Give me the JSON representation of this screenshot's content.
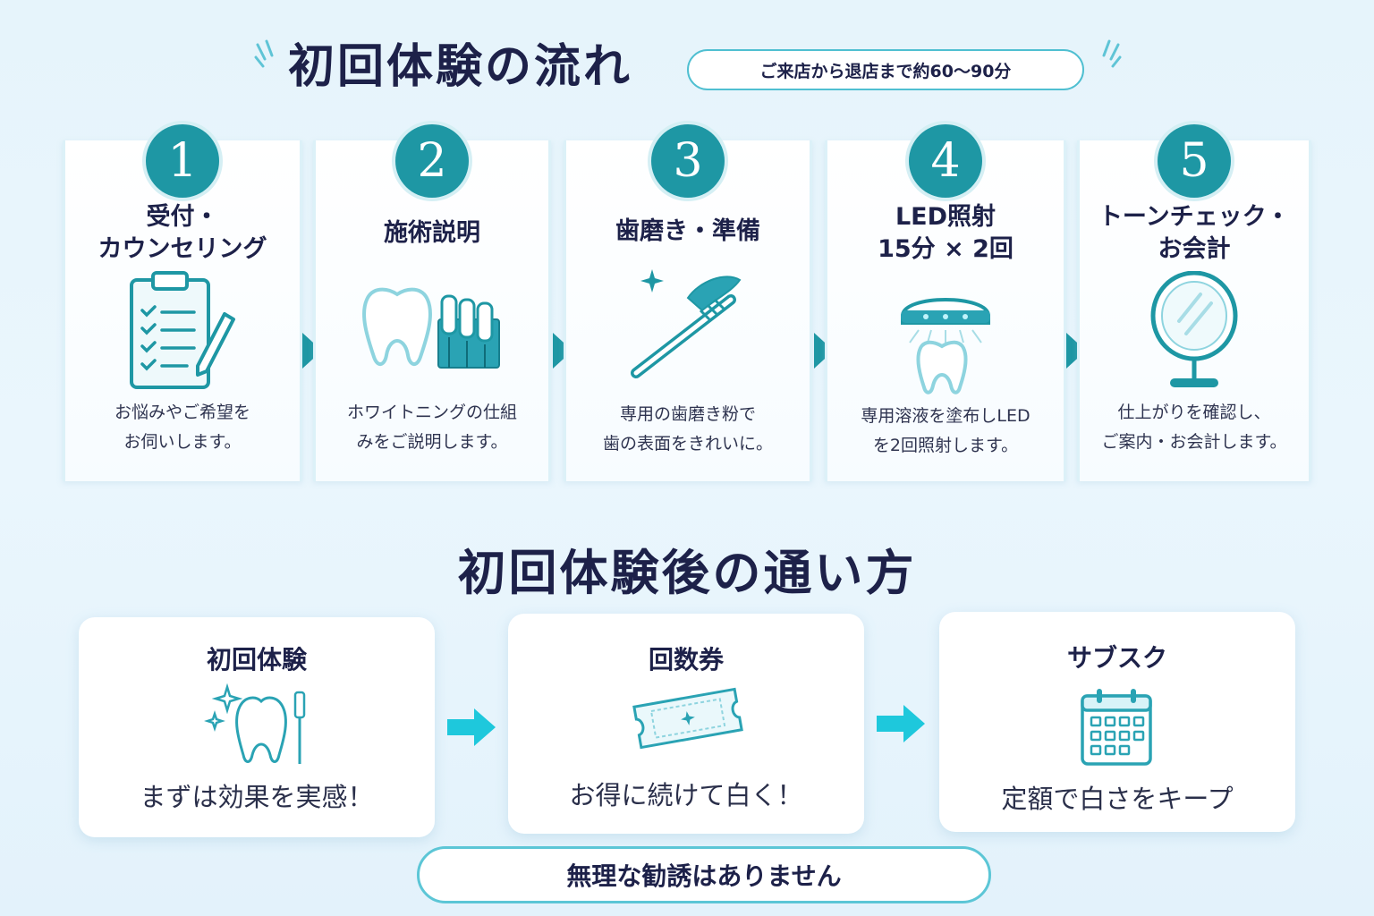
{
  "flow": {
    "title": "初回体験の流れ",
    "duration": "ご来店から退店まで約60〜90分",
    "steps": [
      {
        "number": "1",
        "title_lines": [
          "受付・",
          "カウンセリング"
        ],
        "desc_lines": [
          "お悩みやご希望を",
          "お伺いします。"
        ],
        "icon": "clipboard-icon"
      },
      {
        "number": "2",
        "title_lines": [
          "施術説明"
        ],
        "desc_lines": [
          "ホワイトニングの仕組",
          "みをご説明します。"
        ],
        "icon": "tooth-gel-icon"
      },
      {
        "number": "3",
        "title_lines": [
          "歯磨き・準備"
        ],
        "desc_lines": [
          "専用の歯磨き粉で",
          "歯の表面をきれいに。"
        ],
        "icon": "toothbrush-icon"
      },
      {
        "number": "4",
        "title_lines": [
          "LED照射",
          "15分 × 2回"
        ],
        "desc_lines": [
          "専用溶液を塗布しLED",
          "を2回照射します。"
        ],
        "icon": "led-lamp-icon"
      },
      {
        "number": "5",
        "title_lines": [
          "トーンチェック・",
          "お会計"
        ],
        "desc_lines": [
          "仕上がりを確認し、",
          "ご案内・お会計します。"
        ],
        "icon": "mirror-icon"
      }
    ]
  },
  "after": {
    "title": "初回体験後の通い方",
    "plans": [
      {
        "title": "初回体験",
        "desc": "まずは効果を実感！",
        "icon": "sparkle-tooth-icon"
      },
      {
        "title": "回数券",
        "desc": "お得に続けて白く！",
        "icon": "ticket-icon"
      },
      {
        "title": "サブスク",
        "desc": "定額で白さをキープ",
        "icon": "calendar-icon"
      }
    ],
    "note": "無理な勧誘はありません"
  },
  "colors": {
    "accent": "#1e97a4",
    "light_accent": "#5cc6d6",
    "arrow": "#1ec8dc",
    "text": "#1d2149"
  }
}
